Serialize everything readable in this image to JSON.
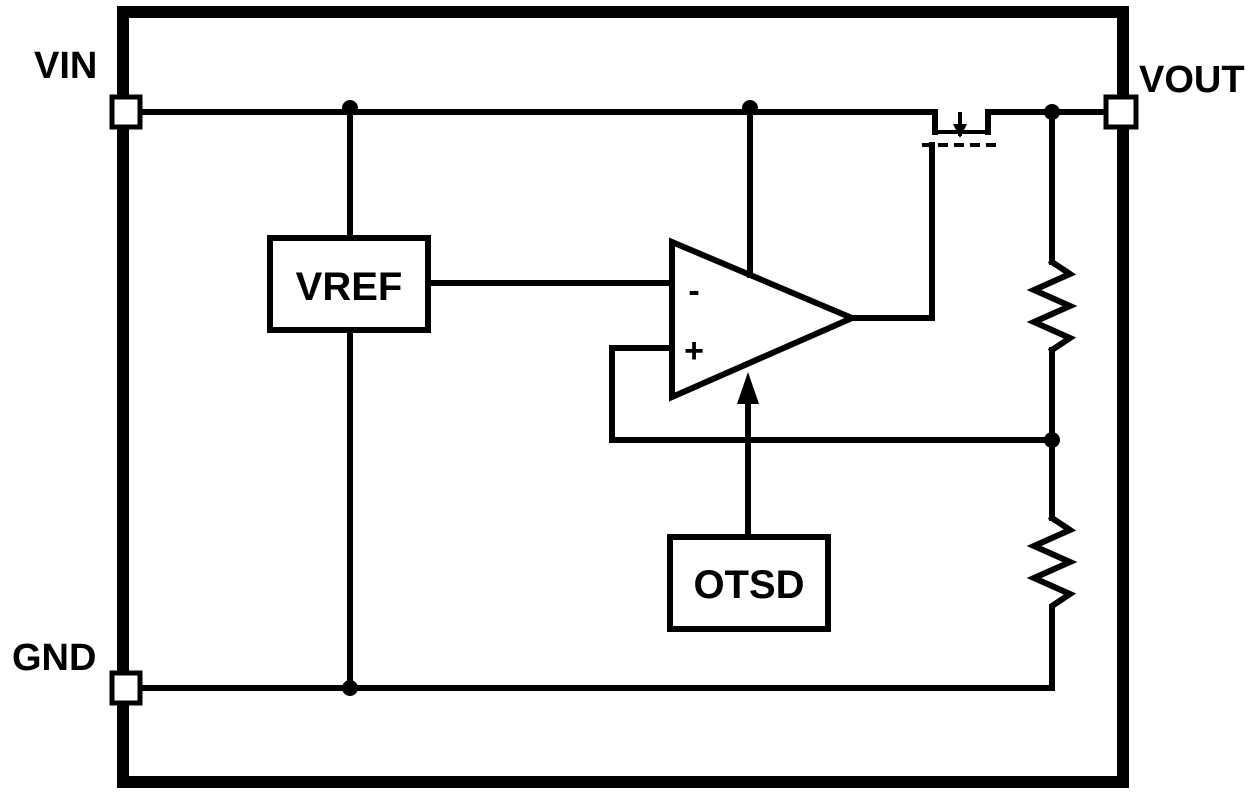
{
  "pins": {
    "vin": "VIN",
    "vout": "VOUT",
    "gnd": "GND"
  },
  "blocks": {
    "vref": "VREF",
    "otsd": "OTSD"
  },
  "amplifier": {
    "inverting": "-",
    "non_inverting": "+"
  },
  "colors": {
    "line": "#000000",
    "background": "#ffffff"
  }
}
